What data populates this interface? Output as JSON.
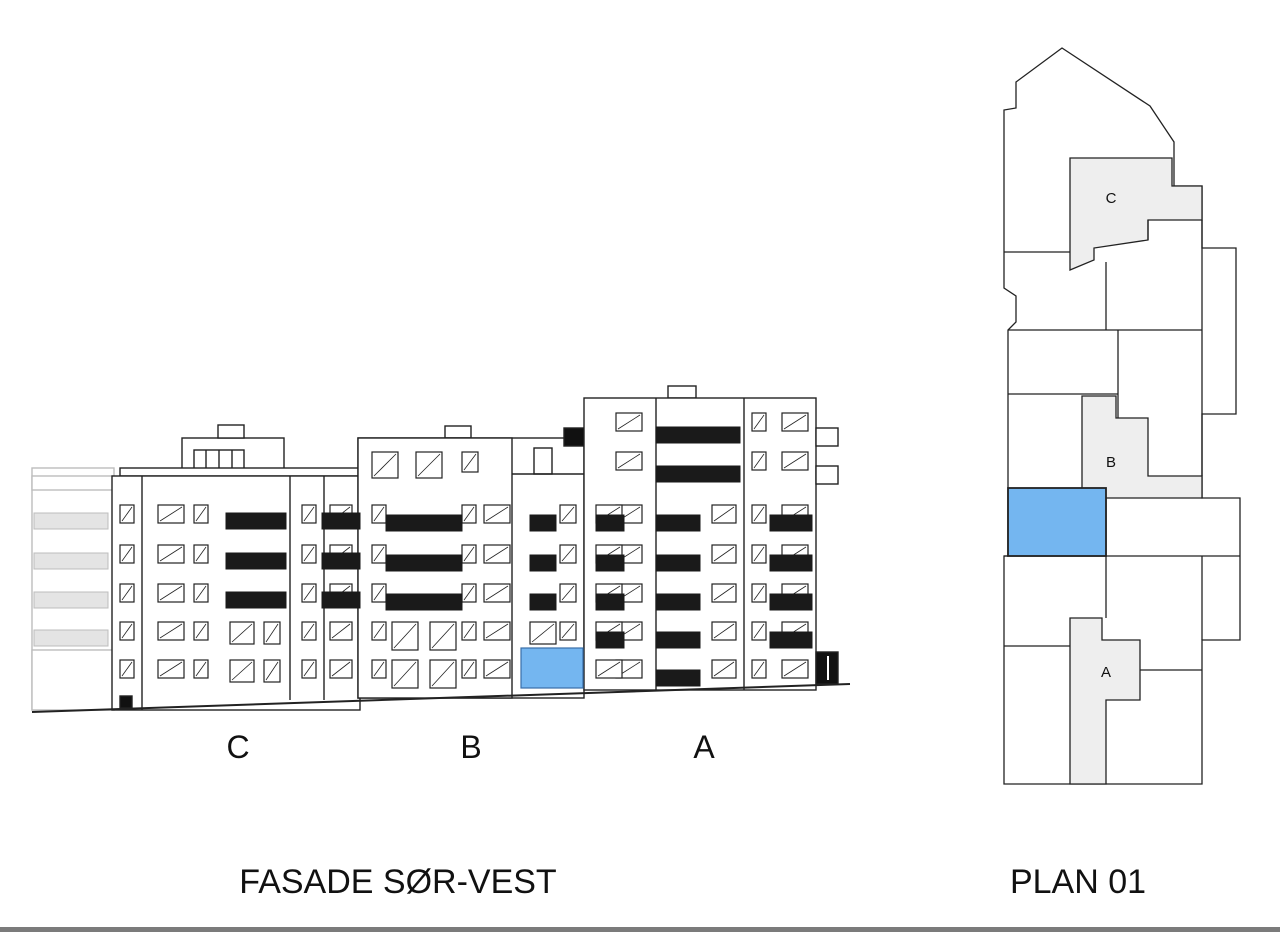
{
  "facade": {
    "title": "FASADE SØR-VEST",
    "buildings": [
      {
        "id": "c",
        "label": "C"
      },
      {
        "id": "b",
        "label": "B"
      },
      {
        "id": "a",
        "label": "A"
      }
    ],
    "highlight_building": "B"
  },
  "plan": {
    "title": "PLAN 01",
    "stairwells": [
      {
        "id": "c",
        "label": "C"
      },
      {
        "id": "b",
        "label": "B"
      },
      {
        "id": "a",
        "label": "A"
      }
    ],
    "highlight_unit": "selected-apartment"
  },
  "colors": {
    "highlight": "#74b6f0",
    "stairwell_fill": "#eeeeee",
    "line": "#222222",
    "faded": "#bdbdbd",
    "balcony": "#1a1a1a"
  }
}
